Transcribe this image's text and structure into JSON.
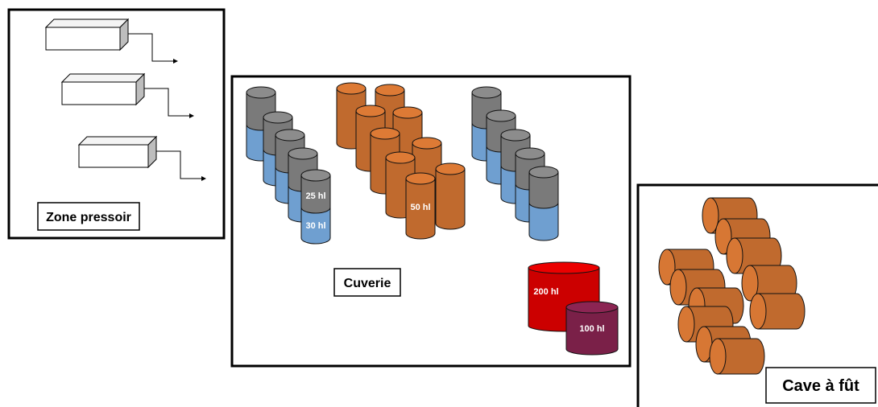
{
  "zones": {
    "pressoir": {
      "label": "Zone pressoir"
    },
    "cuverie": {
      "label": "Cuverie"
    },
    "cave": {
      "label": "Cave à fût"
    }
  },
  "tank_labels": {
    "blue_top": "25 hl",
    "blue_bottom": "30 hl",
    "orange": "50 hl",
    "red": "200 hl",
    "purple": "100 hl"
  },
  "colors": {
    "blue": "#6f9fd0",
    "gray": "#7a7a7a",
    "orange": "#c06a2e",
    "red": "#cc0000",
    "purple": "#7a2048"
  }
}
